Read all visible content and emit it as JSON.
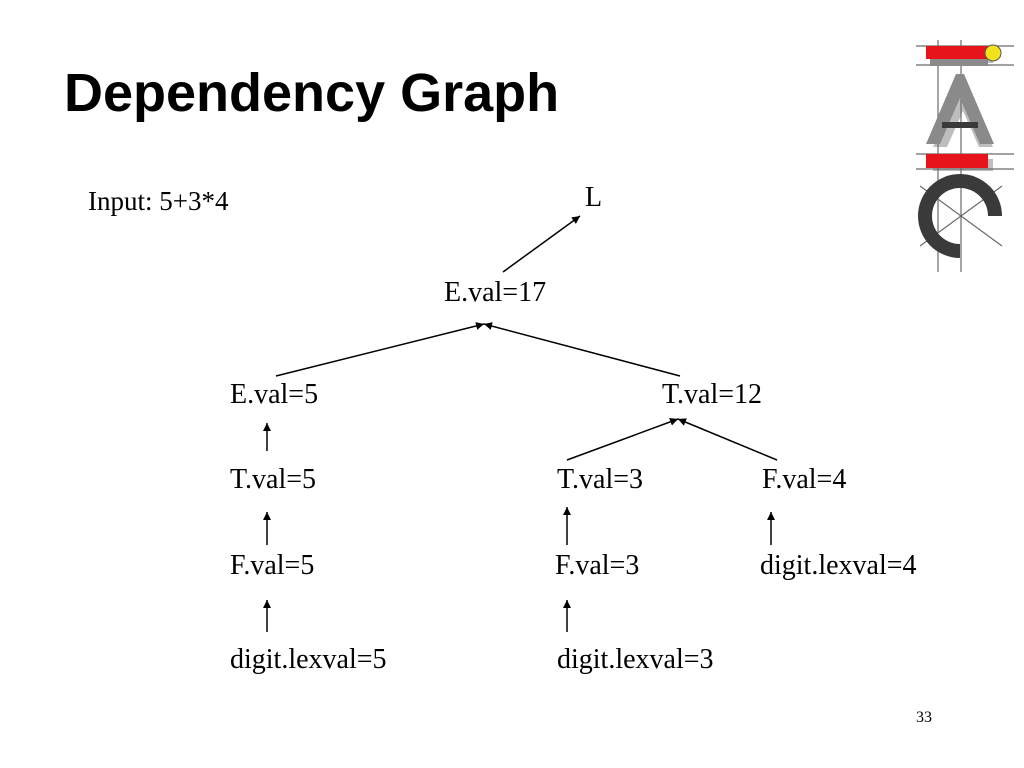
{
  "slide": {
    "title": "Dependency Graph",
    "input_text": "Input:  5+3*4",
    "page_number": "33"
  },
  "graph": {
    "nodes": [
      {
        "id": "L",
        "label": "L"
      },
      {
        "id": "E17",
        "label": "E.val=17"
      },
      {
        "id": "E5",
        "label": "E.val=5"
      },
      {
        "id": "T12",
        "label": "T.val=12"
      },
      {
        "id": "T5",
        "label": "T.val=5"
      },
      {
        "id": "T3",
        "label": "T.val=3"
      },
      {
        "id": "F4",
        "label": "F.val=4"
      },
      {
        "id": "F5",
        "label": "F.val=5"
      },
      {
        "id": "F3",
        "label": "F.val=3"
      },
      {
        "id": "D4",
        "label": "digit.lexval=4"
      },
      {
        "id": "D5",
        "label": "digit.lexval=5"
      },
      {
        "id": "D3",
        "label": "digit.lexval=3"
      }
    ],
    "edges": [
      {
        "from": "E17",
        "to": "L"
      },
      {
        "from": "E5",
        "to": "E17"
      },
      {
        "from": "T12",
        "to": "E17"
      },
      {
        "from": "T5",
        "to": "E5"
      },
      {
        "from": "T3",
        "to": "T12"
      },
      {
        "from": "F4",
        "to": "T12"
      },
      {
        "from": "F5",
        "to": "T5"
      },
      {
        "from": "F3",
        "to": "T3"
      },
      {
        "from": "D4",
        "to": "F4"
      },
      {
        "from": "D5",
        "to": "F5"
      },
      {
        "from": "D3",
        "to": "F3"
      }
    ]
  },
  "logo": {
    "colors": {
      "red": "#e8141b",
      "gray": "#8a8a8a",
      "dark": "#3a3a3a",
      "yellow": "#f2e21b"
    }
  }
}
